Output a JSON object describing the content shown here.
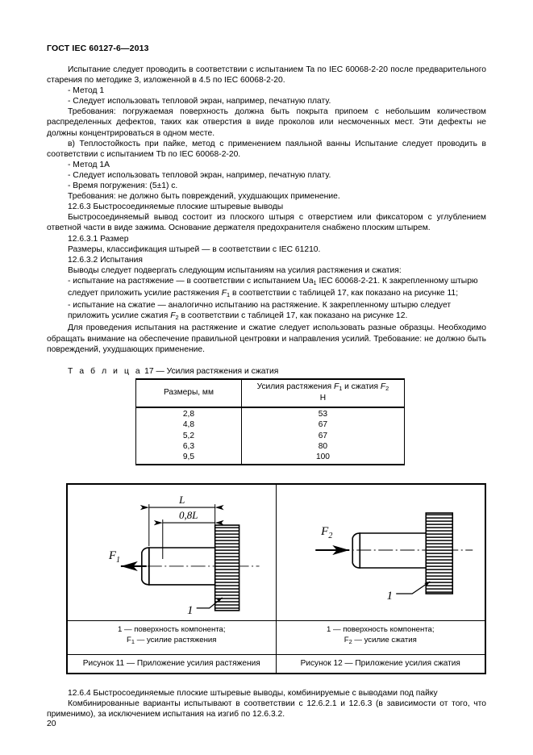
{
  "document": {
    "header": "ГОСТ IEC 60127-6—2013",
    "page_number": "20"
  },
  "body": {
    "p1": "Испытание следует проводить в соответствии с испытанием Ta по IEC 60068-2-20 после предварительного старения по методике 3, изложенной в 4.5 по IEC 60068-2-20.",
    "p2": "- Метод 1",
    "p3": "- Следует использовать тепловой экран, например, печатную плату.",
    "p4": "Требования: погружаемая поверхность должна быть покрыта припоем с небольшим количеством распределенных дефектов, таких как отверстия в виде проколов или несмоченных мест. Эти дефекты не должны концентрироваться в одном месте.",
    "p5": "в) Теплостойкость при пайке, метод с применением паяльной ванны Испытание следует проводить в соответствии с испытанием Tb по IEC 60068-2-20.",
    "p6": "- Метод 1А",
    "p7": "- Следует использовать тепловой экран, например, печатную плату.",
    "p8": "- Время погружения: (5±1) с.",
    "p9": "Требования: не должно быть повреждений, ухудшающих применение.",
    "p10": "12.6.3 Быстросоединяемые плоские штыревые выводы",
    "p11": "Быстросоединяемый вывод состоит из плоского штыря с отверстием или фиксатором с углублением ответной части в виде зажима. Основание держателя предохранителя снабжено плоским штырем.",
    "p12": "12.6.3.1 Размер",
    "p13": "Размеры, классификация штырей — в соответствии с IEC 61210.",
    "p14": "12.6.3.2 Испытания",
    "p15": "Выводы следует подвергать следующим испытаниям на усилия растяжения и сжатия:",
    "p16_a": "- испытание на растяжение — в соответствии с испытанием Ua",
    "p16_sub": "1",
    "p16_b": "  IEC 60068-2-21. К закрепленному штырю следует приложить усилие растяжения ",
    "p16_var": "F",
    "p16_varsub": "1",
    "p16_c": " в соответствии с таблицей 17, как показано на рисунке 11;",
    "p17_a": "- испытание на сжатие — аналогично испытанию на растяжение. К закрепленному штырю следует приложить усилие сжатия ",
    "p17_var": "F",
    "p17_varsub": "2",
    "p17_b": " в соответствии с таблицей 17, как показано на рисунке 12.",
    "p18": "Для проведения испытания на растяжение и сжатие следует использовать разные образцы. Необходимо обращать внимание на обеспечение правильной центровки и направления усилий. Требование: не должно быть повреждений, ухудшающих применение.",
    "p19": "12.6.4 Быстросоединяемые плоские штыревые выводы, комбинируемые с выводами под пайку",
    "p20": "Комбинированные варианты испытывают в соответствии с 12.6.2.1 и 12.6.3 (в зависимости от того, что применимо), за исключением испытания на изгиб по 12.6.3.2."
  },
  "table17": {
    "caption_label": "Т а б л и ц а",
    "caption_number": "17",
    "caption_text": "— Усилия растяжения и сжатия",
    "header": {
      "col1": "Размеры, мм",
      "col2_a": "Усилия растяжения ",
      "col2_var1": "F",
      "col2_var1_sub": "1",
      "col2_b": " и сжатия ",
      "col2_var2": "F",
      "col2_var2_sub": "2",
      "col2_unit": "Н"
    },
    "rows": [
      {
        "size": "2,8",
        "force": "53"
      },
      {
        "size": "4,8",
        "force": "67"
      },
      {
        "size": "5,2",
        "force": "67"
      },
      {
        "size": "6,3",
        "force": "80"
      },
      {
        "size": "9,5",
        "force": "100"
      }
    ]
  },
  "figures": {
    "fig11": {
      "dim_total": "L",
      "dim_partial": "0,8L",
      "force_label": "F",
      "force_sub": "1",
      "callout": "1",
      "legend_line1": "1 — поверхность компонента;",
      "legend_line2_a": "F",
      "legend_line2_sub": "1",
      "legend_line2_b": " — усилие растяжения",
      "caption": "Рисунок 11 — Приложение усилия растяжения"
    },
    "fig12": {
      "force_label": "F",
      "force_sub": "2",
      "callout": "1",
      "legend_line1": "1 — поверхность компонента;",
      "legend_line2_a": "F",
      "legend_line2_sub": "2",
      "legend_line2_b": " — усилие сжатия",
      "caption": "Рисунок 12 — Приложение усилия сжатия"
    }
  }
}
